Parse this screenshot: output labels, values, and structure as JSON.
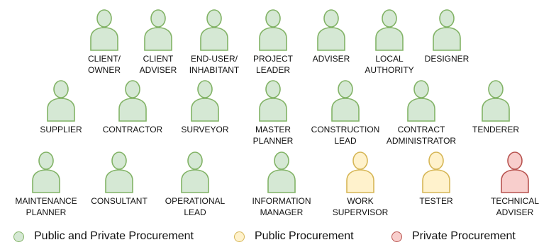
{
  "colors": {
    "green_fill": "#d5e8d4",
    "green_stroke": "#82b366",
    "yellow_fill": "#fff2cc",
    "yellow_stroke": "#d6b656",
    "red_fill": "#f8cecc",
    "red_stroke": "#b85450"
  },
  "legend": [
    {
      "label": "Public and Private Procurement",
      "color": "green"
    },
    {
      "label": "Public Procurement",
      "color": "yellow"
    },
    {
      "label": "Private Procurement",
      "color": "red"
    }
  ],
  "rows": [
    [
      {
        "line1": "CLIENT/",
        "line2": "OWNER",
        "color": "green"
      },
      {
        "line1": "CLIENT",
        "line2": "ADVISER",
        "color": "green"
      },
      {
        "line1": "END-USER/",
        "line2": "INHABITANT",
        "color": "green"
      },
      {
        "line1": "PROJECT",
        "line2": "LEADER",
        "color": "green"
      },
      {
        "line1": "ADVISER",
        "line2": "",
        "color": "green"
      },
      {
        "line1": "LOCAL",
        "line2": "AUTHORITY",
        "color": "green"
      },
      {
        "line1": "DESIGNER",
        "line2": "",
        "color": "green"
      }
    ],
    [
      {
        "line1": "SUPPLIER",
        "line2": "",
        "color": "green"
      },
      {
        "line1": "CONTRACTOR",
        "line2": "",
        "color": "green"
      },
      {
        "line1": "SURVEYOR",
        "line2": "",
        "color": "green"
      },
      {
        "line1": "MASTER",
        "line2": "PLANNER",
        "color": "green"
      },
      {
        "line1": "CONSTRUCTION",
        "line2": "LEAD",
        "color": "green"
      },
      {
        "line1": "CONTRACT",
        "line2": "ADMINISTRATOR",
        "color": "green"
      },
      {
        "line1": "TENDERER",
        "line2": "",
        "color": "green"
      }
    ],
    [
      {
        "line1": "MAINTENANCE",
        "line2": "PLANNER",
        "color": "green"
      },
      {
        "line1": "CONSULTANT",
        "line2": "",
        "color": "green"
      },
      {
        "line1": "OPERATIONAL",
        "line2": "LEAD",
        "color": "green"
      },
      {
        "line1": "INFORMATION",
        "line2": "MANAGER",
        "color": "green"
      },
      {
        "line1": "WORK",
        "line2": "SUPERVISOR",
        "color": "yellow"
      },
      {
        "line1": "TESTER",
        "line2": "",
        "color": "yellow"
      },
      {
        "line1": "TECHNICAL",
        "line2": "ADVISER",
        "color": "red"
      }
    ]
  ]
}
